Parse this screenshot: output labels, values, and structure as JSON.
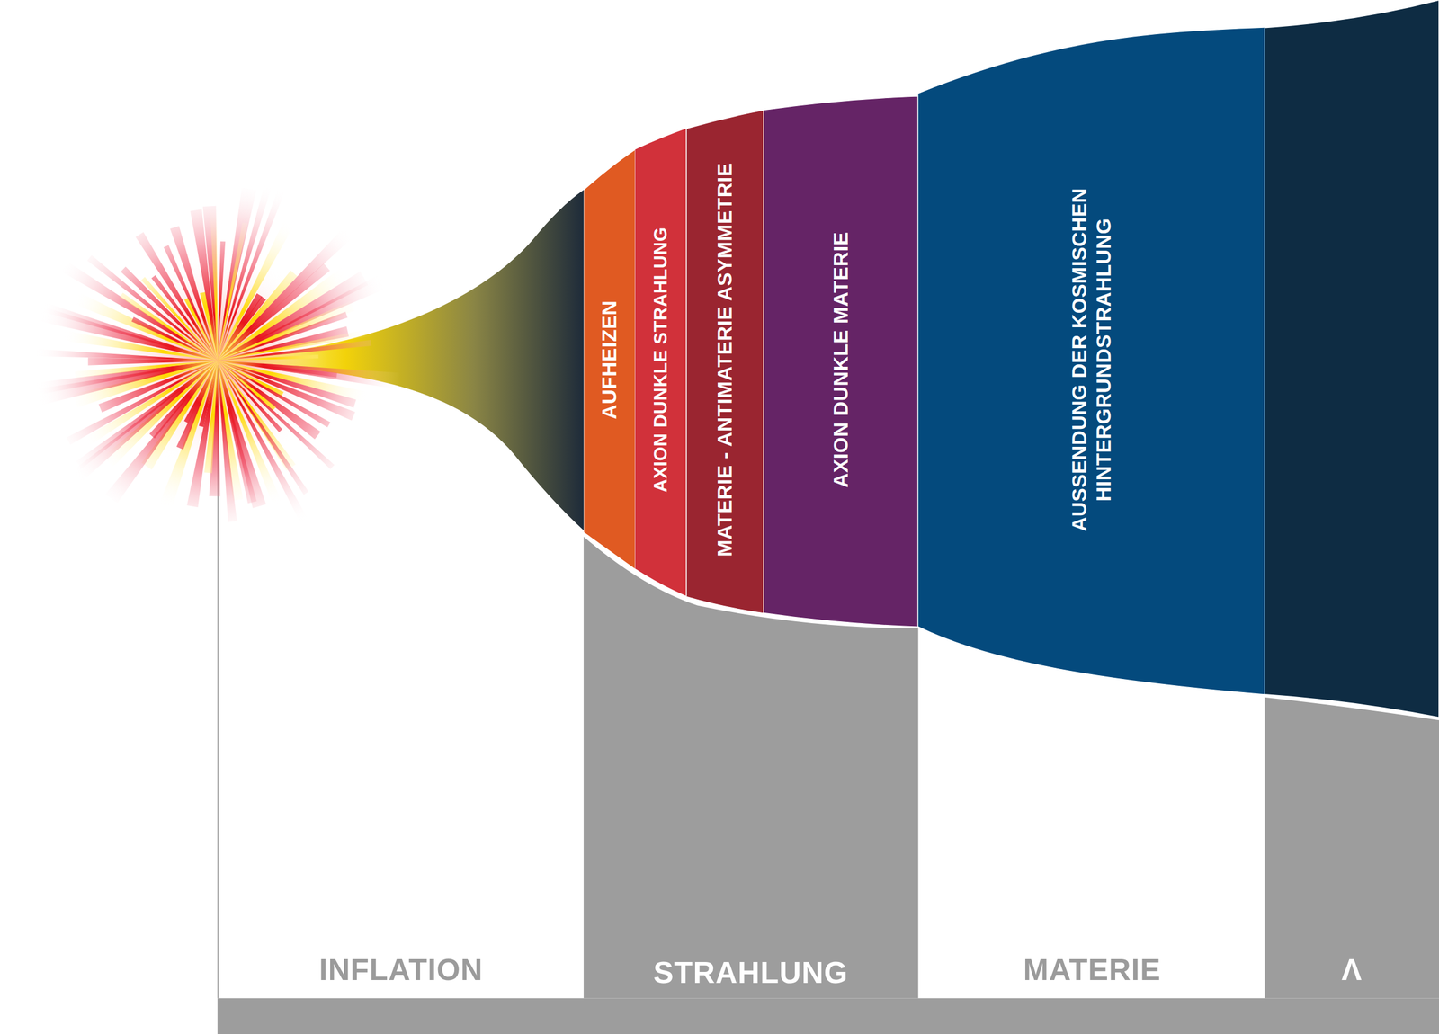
{
  "diagram": {
    "nodes": [
      {
        "text": [
          "AUFHEIZEN"
        ]
      },
      {
        "text": [
          "AXION DUNKLE STRAHLUNG"
        ]
      },
      {
        "text": [
          "MATERIE - ANTIMATERIE ASYMMETRIE"
        ]
      },
      {
        "text": [
          "AXION DUNKLE MATERIE"
        ]
      },
      {
        "text": [
          "AUSSENDUNG DER KOSMISCHEN HINTERGRUNDSTRAHLUNG"
        ]
      }
    ],
    "labels": [
      "INFLATION",
      "STRAHLUNG",
      "MATERIE",
      "Λ"
    ]
  }
}
